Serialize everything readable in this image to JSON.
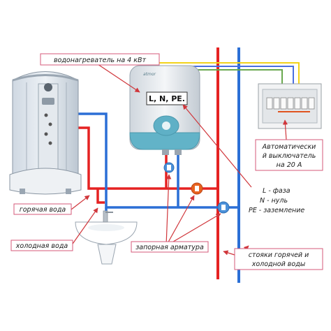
{
  "labels": {
    "heater": "водонагреватель на 4 кВт",
    "heater_terminal": "L, N, PE.",
    "breaker_line1": "Автоматически",
    "breaker_line2": "й выключатель",
    "breaker_line3": "на 20 А",
    "legend_l": "L - фаза",
    "legend_n": "N - нуль",
    "legend_pe": "PE - заземление",
    "hot_water": "горячая вода",
    "cold_water": "холодная вода",
    "valves": "запорная арматура",
    "risers_line1": "стояки горячей и",
    "risers_line2": "холодной воды"
  },
  "colors": {
    "hot_pipe": "#e52222",
    "cold_pipe": "#2b6fd6",
    "wire_yellow": "#f2d21b",
    "wire_blue": "#4a6fe0",
    "wire_green": "#6aa84f",
    "label_border": "#d65a7a",
    "callout_arrow": "#d0363b",
    "valve_hot": "#e8631f",
    "valve_cold": "#4a90d9"
  },
  "icons": [
    "shower-cabin-icon",
    "water-heater-icon",
    "breaker-panel-icon",
    "sink-icon",
    "valve-icon"
  ]
}
